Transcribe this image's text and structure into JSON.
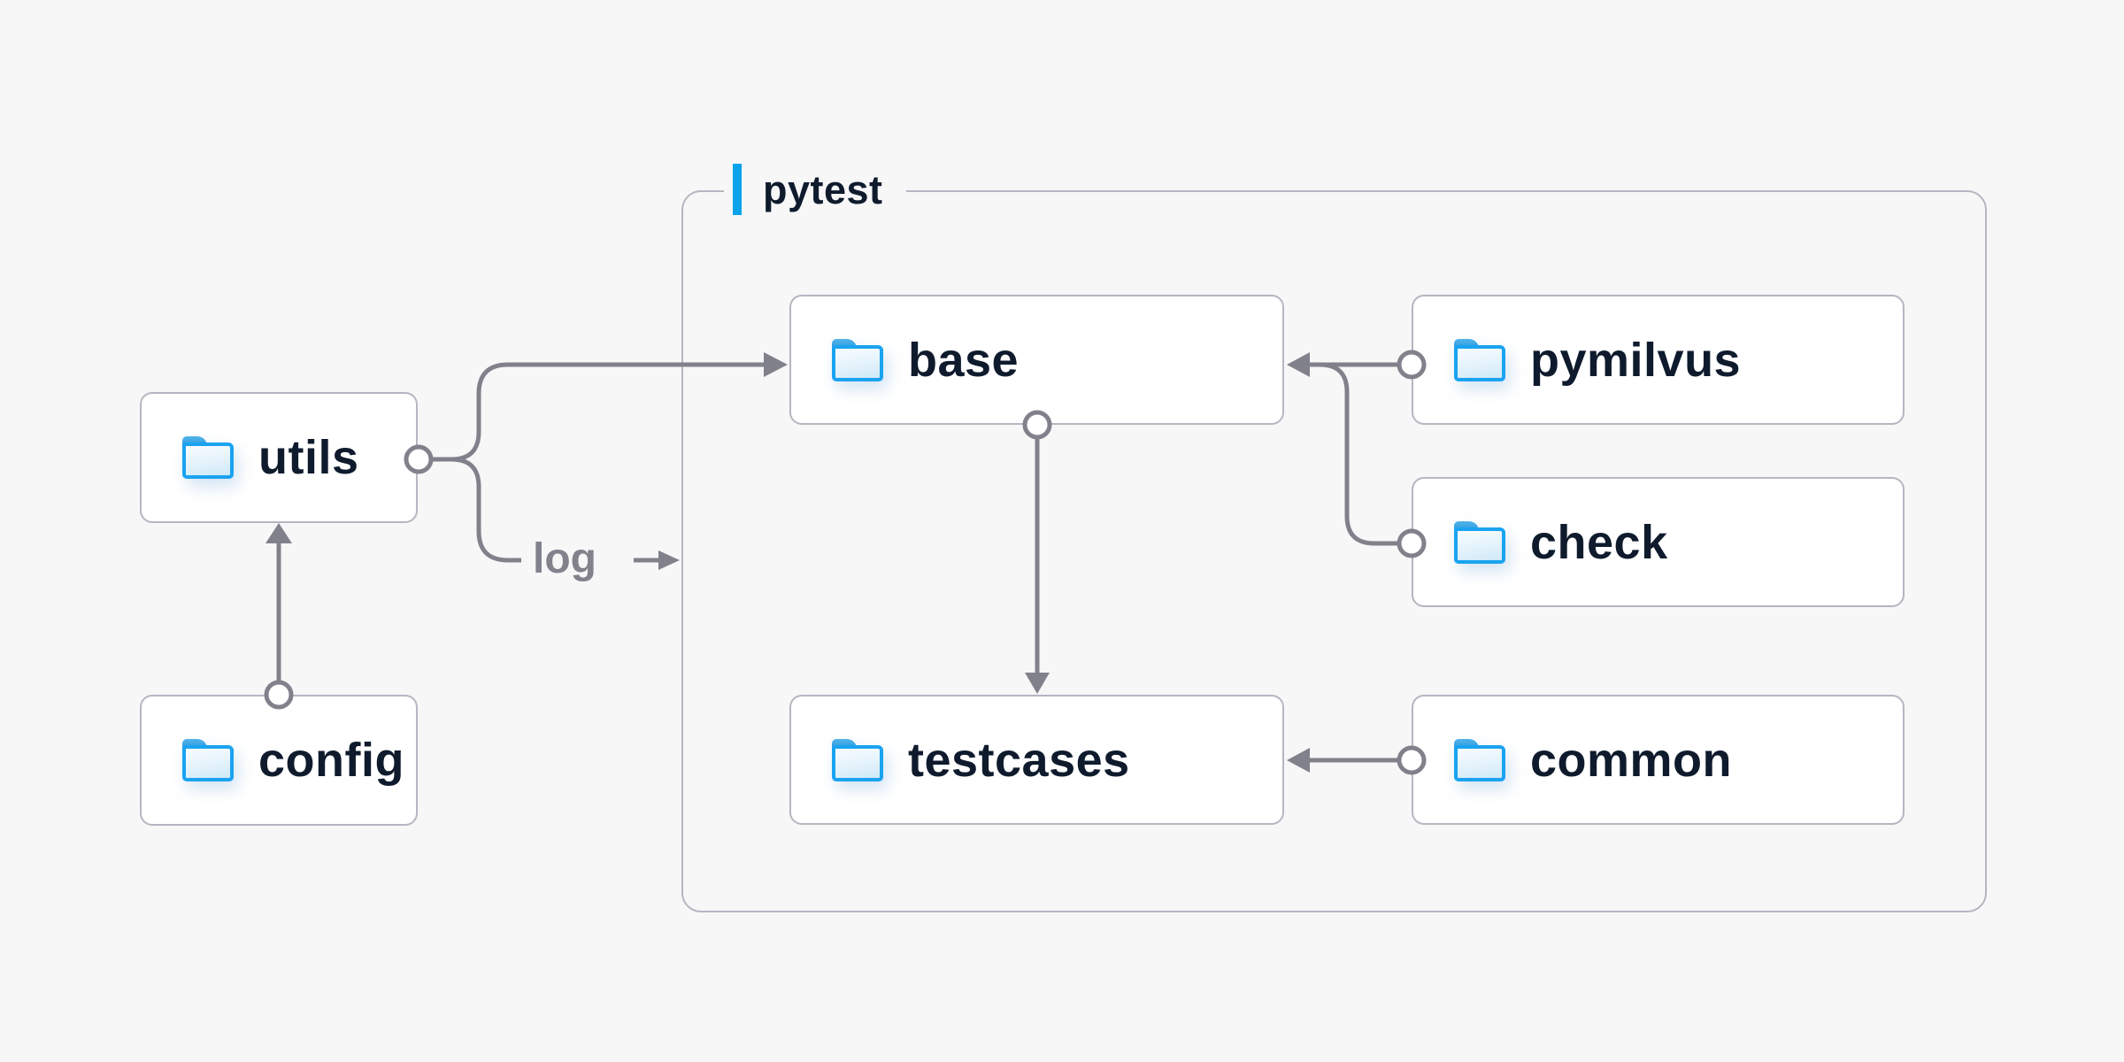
{
  "group": {
    "label": "pytest"
  },
  "nodes": {
    "utils": {
      "label": "utils"
    },
    "config": {
      "label": "config"
    },
    "base": {
      "label": "base"
    },
    "testcases": {
      "label": "testcases"
    },
    "pymilvus": {
      "label": "pymilvus"
    },
    "check": {
      "label": "check"
    },
    "common": {
      "label": "common"
    }
  },
  "edge_label": "log",
  "edges": [
    {
      "from": "config",
      "to": "utils"
    },
    {
      "from": "utils",
      "to": "base"
    },
    {
      "from": "utils",
      "to": "log",
      "label": "log"
    },
    {
      "from": "base",
      "to": "testcases"
    },
    {
      "from": "pymilvus",
      "to": "base"
    },
    {
      "from": "check",
      "to": "base"
    },
    {
      "from": "common",
      "to": "testcases"
    }
  ],
  "colors": {
    "background": "#f7f7f8",
    "accent_blue": "#09a3eb",
    "node_text": "#0f1b2d",
    "connector_gray": "#81818c",
    "border_gray": "#b6b6c1",
    "folder_blue": "#1aa3f0"
  }
}
